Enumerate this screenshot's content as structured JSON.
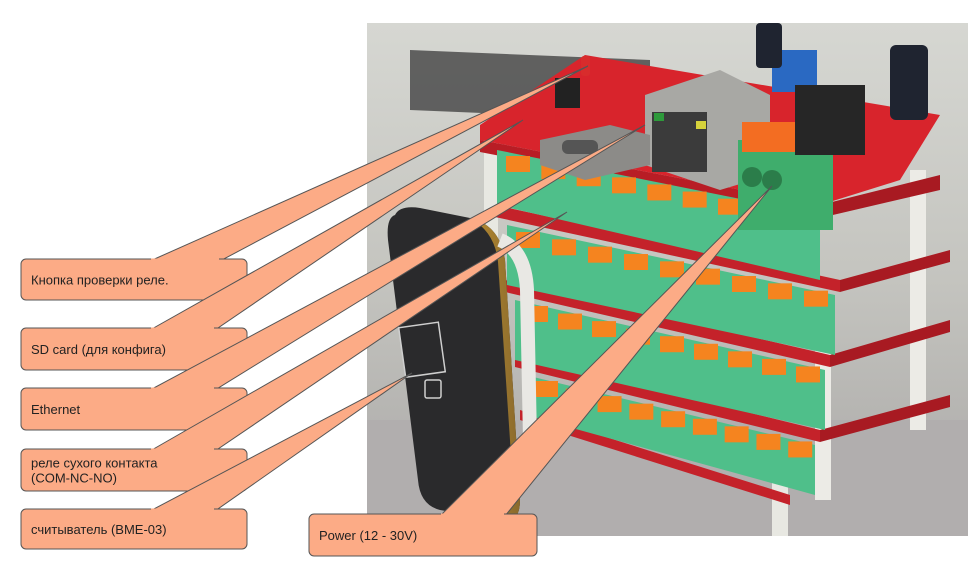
{
  "figure": {
    "type": "annotated-photo",
    "subject": "stacked relay controller board with RFID reader"
  },
  "colors": {
    "callout_fill": "#fcab86",
    "callout_stroke": "#555555",
    "board_red": "#d8242c",
    "terminal_green": "#4fbf8a",
    "terminal_orange": "#f5841f",
    "background_wall": "#c9c9c4"
  },
  "callouts": [
    {
      "id": "relay-test-button",
      "lines": [
        "Кнопка проверки реле."
      ]
    },
    {
      "id": "sd-card",
      "lines": [
        "SD card (для конфига)"
      ]
    },
    {
      "id": "ethernet",
      "lines": [
        "Ethernet"
      ]
    },
    {
      "id": "dry-contact-relay",
      "lines": [
        "реле сухого контакта",
        "(COM-NC-NO)"
      ]
    },
    {
      "id": "reader",
      "lines": [
        "считыватель (BME-03)"
      ]
    },
    {
      "id": "power",
      "lines": [
        "Power (12 - 30V)"
      ]
    }
  ]
}
